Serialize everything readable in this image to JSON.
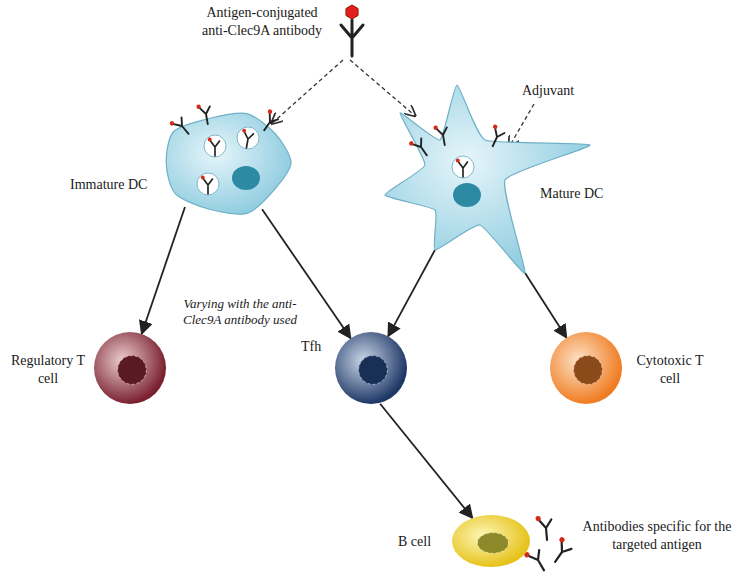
{
  "diagram": {
    "nodes": [
      {
        "text": [
          "Antigen-conjugated anti-Clec9A antibody"
        ]
      },
      {
        "text": [
          "Immature DC"
        ]
      },
      {
        "text": [
          "Mature DC"
        ]
      },
      {
        "text": [
          "Regulatory T cell"
        ]
      },
      {
        "text": [
          "Tfh"
        ]
      },
      {
        "text": [
          "Cytotoxic T cell"
        ]
      },
      {
        "text": [
          "B cell"
        ]
      }
    ],
    "edges": [
      {
        "from": 0,
        "to": 1,
        "arrow": "to"
      },
      {
        "from": 0,
        "to": 2,
        "arrow": "to"
      },
      {
        "from": 1,
        "to": 3,
        "arrow": "to"
      },
      {
        "from": 1,
        "to": 4,
        "arrow": "to"
      },
      {
        "from": 2,
        "to": 4,
        "arrow": "to"
      },
      {
        "from": 2,
        "to": 5,
        "arrow": "to"
      },
      {
        "from": 4,
        "to": 6,
        "arrow": "to"
      }
    ],
    "labels": [
      "Adjuvant",
      "Varying with the anti-Clec9A antibody used",
      "Antibodies specific for the targeted antigen"
    ]
  }
}
